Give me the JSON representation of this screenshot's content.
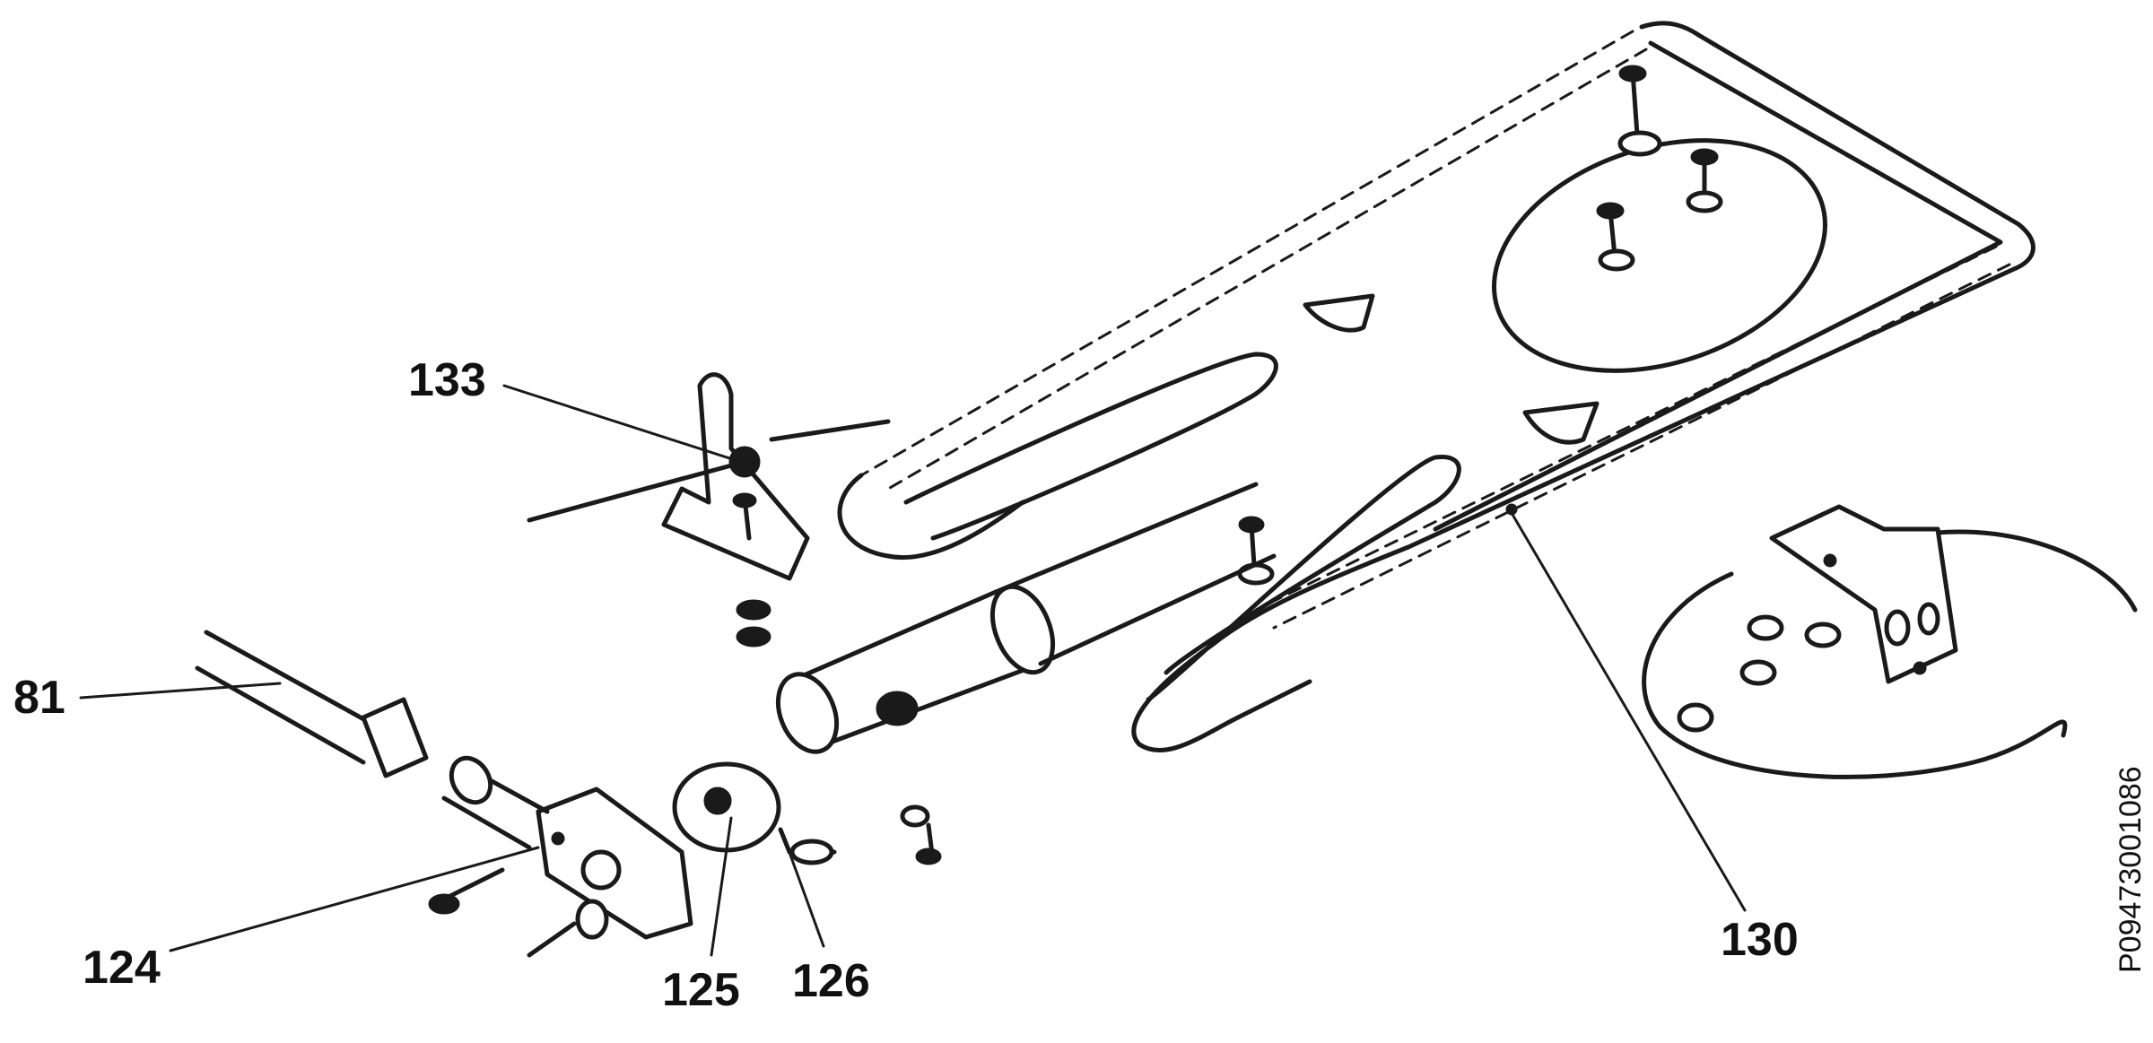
{
  "diagram": {
    "callouts": [
      {
        "id": "81",
        "text": "81"
      },
      {
        "id": "124",
        "text": "124"
      },
      {
        "id": "125",
        "text": "125"
      },
      {
        "id": "126",
        "text": "126"
      },
      {
        "id": "130",
        "text": "130"
      },
      {
        "id": "133",
        "text": "133"
      }
    ],
    "drawing_code": "P09473001086"
  },
  "colors": {
    "line": "#1a1a1a",
    "background": "#ffffff"
  }
}
